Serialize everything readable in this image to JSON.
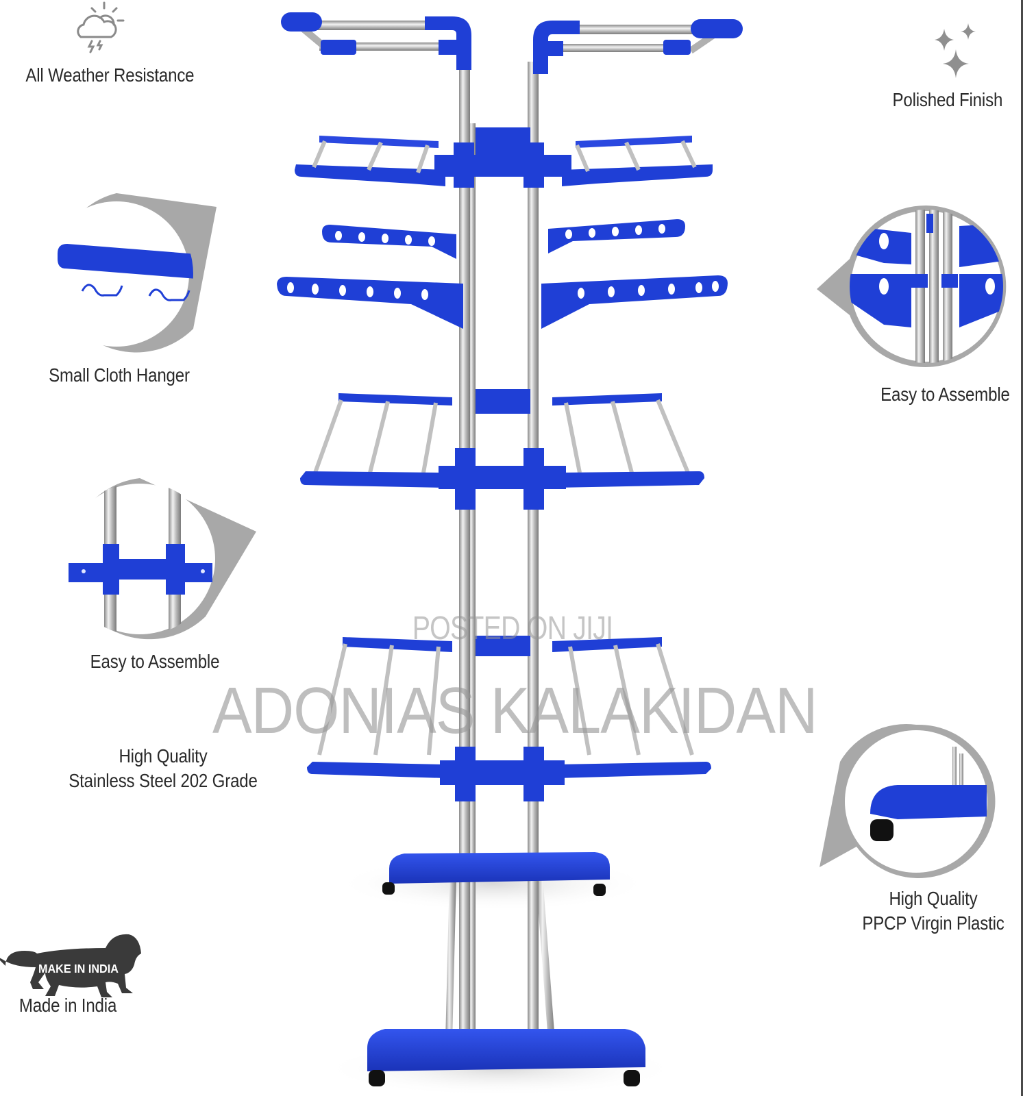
{
  "product": {
    "type": "3-tier clothes drying rack (stainless steel & blue plastic)",
    "colors": {
      "plastic_blue": "#1f3fd6",
      "steel": "#c8c8c8",
      "callout_gray": "#a8a8a8",
      "text": "#2a2a2a",
      "wheel": "#111111"
    }
  },
  "features": [
    {
      "id": "weather",
      "label": "All Weather Resistance",
      "icon": "cloud-sun-lightning-icon"
    },
    {
      "id": "polish",
      "label": "Polished Finish",
      "icon": "sparkles-icon"
    },
    {
      "id": "hanger",
      "label": "Small Cloth Hanger",
      "icon": "hanger-hooks-closeup"
    },
    {
      "id": "assemble_right",
      "label": "Easy to Assemble",
      "icon": "joint-closeup"
    },
    {
      "id": "assemble_left",
      "label": "Easy to Assemble",
      "icon": "crossbar-closeup"
    },
    {
      "id": "steel",
      "label_line1": "High Quality",
      "label_line2": "Stainless Steel 202 Grade"
    },
    {
      "id": "plastic",
      "label_line1": "High Quality",
      "label_line2": "PPCP Virgin Plastic",
      "icon": "wheel-base-closeup"
    },
    {
      "id": "india",
      "label": "Made in India",
      "badge_text": "MAKE IN INDIA",
      "icon": "lion-icon"
    }
  ],
  "watermark": {
    "small": "POSTED ON JIJI",
    "large": "ADONIAS KALAKIDAN"
  }
}
